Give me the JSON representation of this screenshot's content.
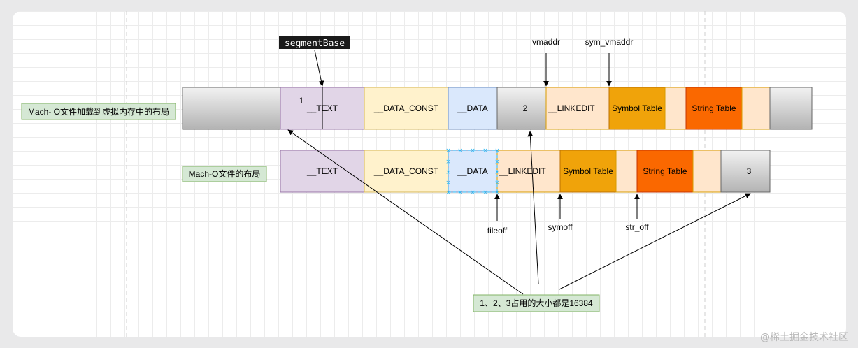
{
  "colors": {
    "text_seg": "#e1d5e7",
    "text_border": "#9673a6",
    "data_const": "#fff2cc",
    "data_const_border": "#d6b656",
    "data": "#dae8fc",
    "data_border": "#6c8ebf",
    "linkedit": "#ffe6cc",
    "linkedit_border": "#d79b00",
    "symbol": "#f0a30a",
    "symbol_border": "#bd7000",
    "string": "#fa6800",
    "string_border": "#c73500",
    "gray_top": "#f2f2f2",
    "gray_bottom": "#b3b3b3",
    "note_fill": "#d5e8d4",
    "note_border": "#82b366",
    "selection": "#29b6f2"
  },
  "labels": {
    "segment_base": "segmentBase",
    "vmaddr": "vmaddr",
    "sym_vmaddr": "sym_vmaddr",
    "fileoff": "fileoff",
    "symoff": "symoff",
    "str_off": "str_off",
    "vm_layout": "Mach- O文件加载到虚拟内存中的布局",
    "file_layout": "Mach-O文件的布局",
    "note": "1、2、3占用的大小都是16384"
  },
  "top_row": {
    "text": "__TEXT",
    "marker_1": "1",
    "data_const": "__DATA_CONST",
    "data": "__DATA",
    "pad_2": "2",
    "linkedit": "__LINKEDIT",
    "symbol_table": "Symbol Table",
    "string_table": "String Table"
  },
  "bottom_row": {
    "text": "__TEXT",
    "data_const": "__DATA_CONST",
    "data": "__DATA",
    "linkedit": "__LINKEDIT",
    "symbol_table": "Symbol Table",
    "string_table": "String Table",
    "pad_3": "3"
  },
  "watermark": "@稀土掘金技术社区"
}
